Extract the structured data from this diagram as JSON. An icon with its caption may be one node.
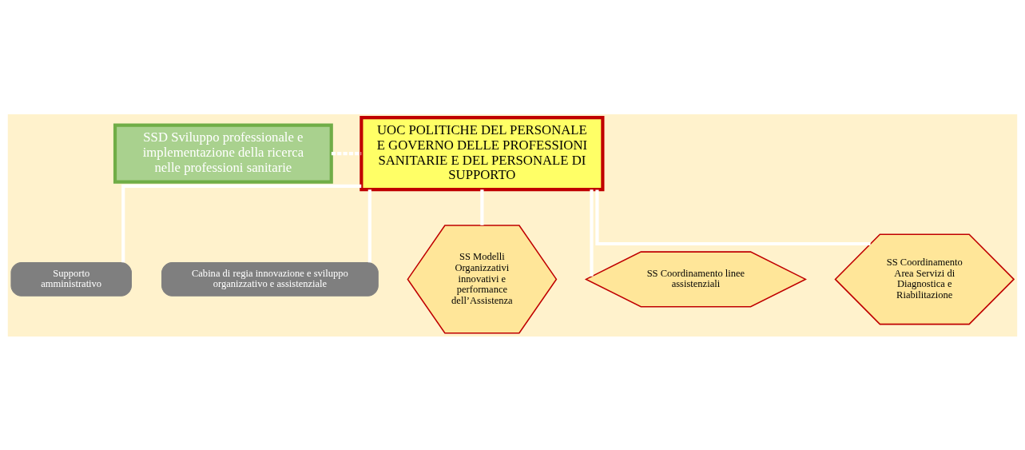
{
  "diagram": {
    "nodes": [
      {
        "text": [
          "SSD Sviluppo professionale e implementazione della ricerca nelle professioni sanitarie"
        ]
      },
      {
        "text": [
          "UOC POLITICHE DEL PERSONALE E GOVERNO DELLE PROFESSIONI SANITARIE E DEL PERSONALE DI SUPPORTO"
        ]
      },
      {
        "text": [
          "Supporto amministrativo"
        ]
      },
      {
        "text": [
          "Cabina di regia innovazione e sviluppo organizzativo e assistenziale"
        ]
      },
      {
        "text": [
          "SS Modelli Organizzativi innovativi e performance dell’Assistenza"
        ]
      },
      {
        "text": [
          "SS Coordinamento linee assistenziali"
        ]
      },
      {
        "text": [
          "SS Coordinamento Area Servizi di Diagnostica e Riabilitazione"
        ]
      }
    ],
    "edges": [
      {
        "from": 0,
        "to": 1,
        "arrow": "none",
        "style": "dashed"
      },
      {
        "from": 1,
        "to": 2,
        "arrow": "none"
      },
      {
        "from": 1,
        "to": 3,
        "arrow": "none"
      },
      {
        "from": 1,
        "to": 4,
        "arrow": "none"
      },
      {
        "from": 1,
        "to": 5,
        "arrow": "none"
      },
      {
        "from": 1,
        "to": 6,
        "arrow": "none"
      }
    ]
  }
}
